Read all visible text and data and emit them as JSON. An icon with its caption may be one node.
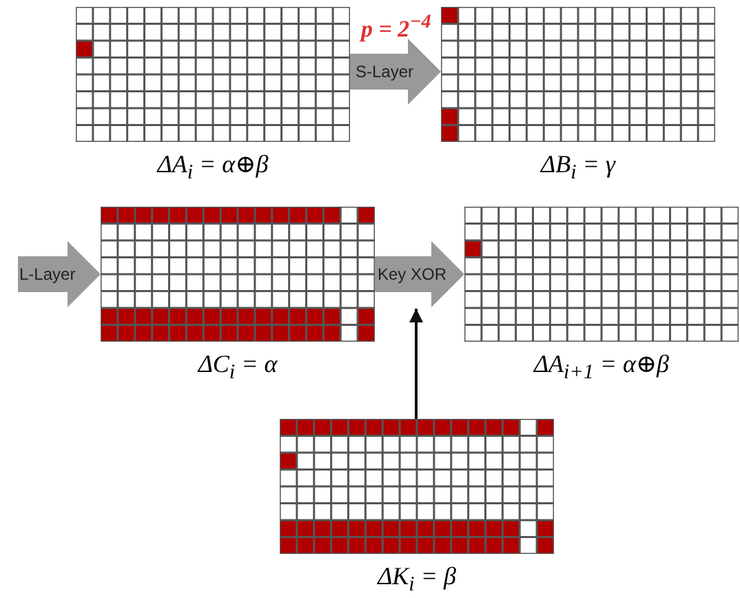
{
  "diagram": {
    "nodes": [
      {
        "text": [
          "ΔA$_{i}$ = α⊕β"
        ]
      },
      {
        "text": [
          "ΔB$_{i}$ = γ"
        ]
      },
      {
        "text": [
          "ΔC$_{i}$ = α"
        ]
      },
      {
        "text": [
          "ΔA$_{i+1}$ = α⊕β"
        ]
      },
      {
        "text": [
          "ΔK$_{i}$ = β"
        ]
      }
    ],
    "edges": [
      {
        "from": 0,
        "to": 1,
        "arrow": "to",
        "label": "S-Layer",
        "color": "#999999"
      },
      {
        "from": null,
        "to": 2,
        "arrow": "to",
        "label": "L-Layer",
        "color": "#999999"
      },
      {
        "from": 2,
        "to": 3,
        "arrow": "to",
        "label": "Key XOR",
        "color": "#999999"
      },
      {
        "from": 4,
        "to": null,
        "arrow": "to",
        "color": "#111111"
      }
    ],
    "labels": [
      "p = 2$^{−4}$"
    ]
  }
}
